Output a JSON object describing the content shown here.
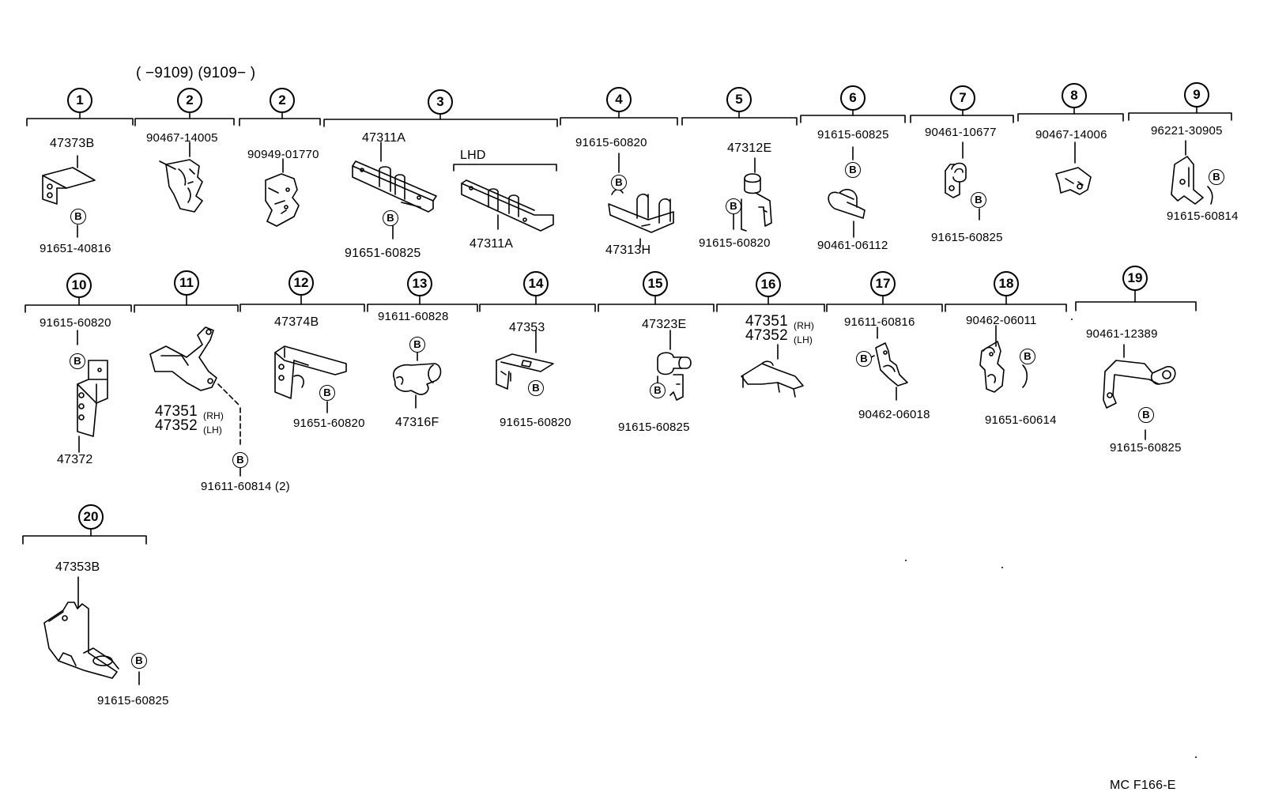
{
  "header": {
    "date_range": "(      −9109) (9109−         )"
  },
  "sections": [
    "1",
    "2",
    "2",
    "3",
    "4",
    "5",
    "6",
    "7",
    "8",
    "9",
    "10",
    "11",
    "12",
    "13",
    "14",
    "15",
    "16",
    "17",
    "18",
    "19",
    "20"
  ],
  "bolt_symbol": "B",
  "parts": [
    "47373B",
    "91651-40816",
    "90467-14005",
    "90949-01770",
    "47311A",
    "91651-60825",
    "LHD",
    "47311A",
    "91615-60820",
    "47313H",
    "47312E",
    "91615-60820",
    "91615-60825",
    "90461-06112",
    "90461-10677",
    "91615-60825",
    "90467-14006",
    "96221-30905",
    "91615-60814",
    "91615-60820",
    "47372",
    "47351",
    "(RH)",
    "47352",
    "(LH)",
    "91611-60814 (2)",
    "47374B",
    "91651-60820",
    "91611-60828",
    "47316F",
    "47353",
    "91615-60820",
    "47323E",
    "91615-60825",
    "47351",
    "(RH)",
    "47352",
    "(LH)",
    "91611-60816",
    "90462-06018",
    "90462-06011",
    "91651-60614",
    "90461-12389",
    "91615-60825",
    "47353B",
    "91615-60825"
  ],
  "figure_code": "MC F166-E"
}
